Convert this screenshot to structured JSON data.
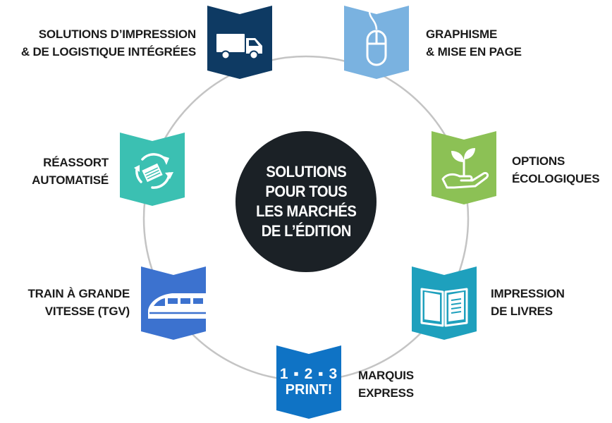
{
  "center": {
    "title": "SOLUTIONS\nPOUR TOUS\nLES MARCHÉS\nDE L’ÉDITION"
  },
  "segments": [
    {
      "label": "SOLUTIONS D’IMPRESSION\n& DE LOGISTIQUE INTÉGRÉES",
      "icon": "truck-icon",
      "color": "#0e3a63"
    },
    {
      "label": "GRAPHISME\n& MISE EN PAGE",
      "icon": "mouse-icon",
      "color": "#7ab2e0"
    },
    {
      "label": "OPTIONS\nÉCOLOGIQUES",
      "icon": "plant-hand-icon",
      "color": "#8cc155"
    },
    {
      "label": "IMPRESSION\nDE LIVRES",
      "icon": "open-book-icon",
      "color": "#1ea0bd"
    },
    {
      "label": "MARQUIS\nEXPRESS",
      "icon": "print-logo-icon",
      "color": "#0f73c5",
      "badge_text": {
        "numbers": "1 ▪ 2 ▪ 3",
        "word": "PRINT!"
      }
    },
    {
      "label": "TRAIN À GRANDE\nVITESSE (TGV)",
      "icon": "train-icon",
      "color": "#3c72cf"
    },
    {
      "label": "RÉASSORT\nAUTOMATISÉ",
      "icon": "recycle-book-icon",
      "color": "#3bc0b2"
    }
  ]
}
